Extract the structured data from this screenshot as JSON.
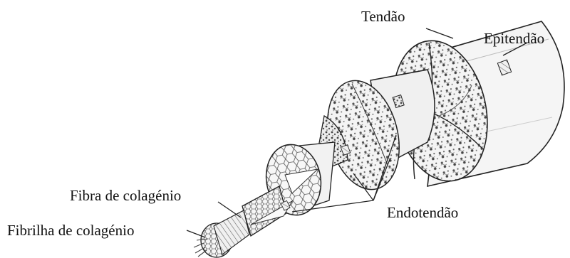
{
  "labels": {
    "tendon": "Tendão",
    "epitendon": "Epitendão",
    "endotendon": "Endotendão",
    "collagen_fiber": "Fibra de colagénio",
    "collagen_fibril": "Fibrilha de colagénio"
  },
  "colors": {
    "ink": "#222222",
    "fill": "#f2f2f2",
    "texture": "#555555"
  }
}
